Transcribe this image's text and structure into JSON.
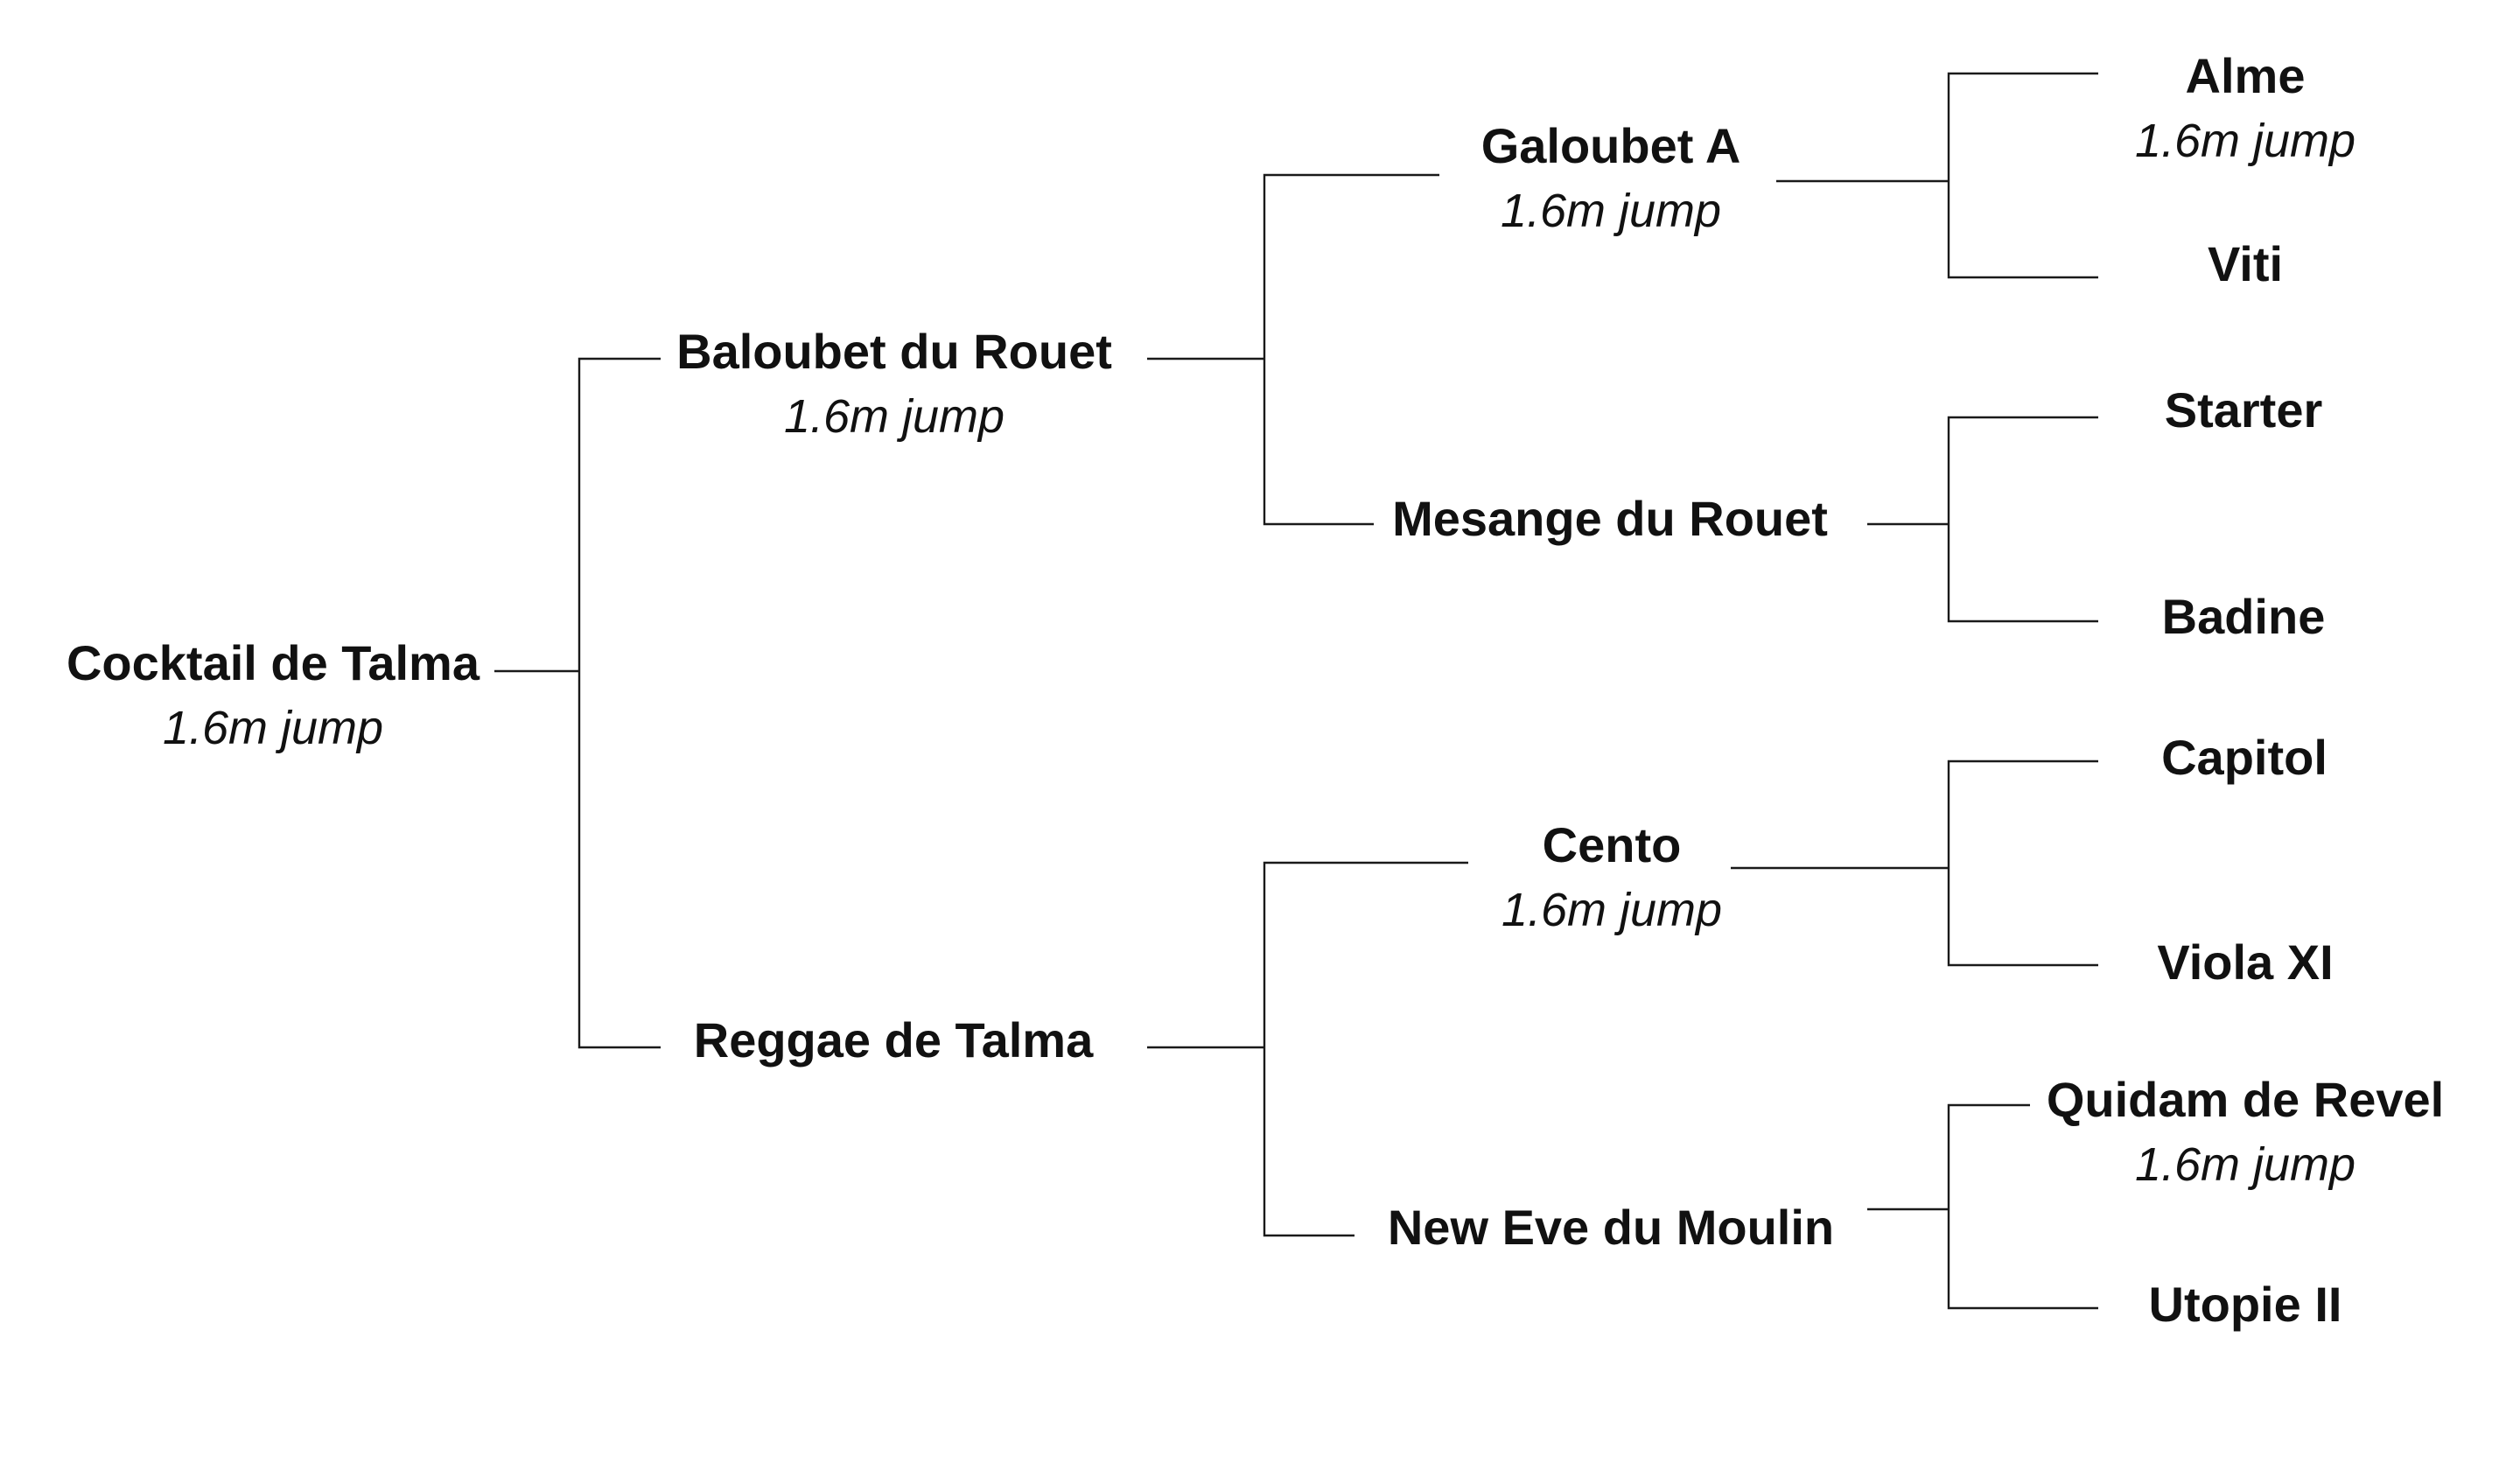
{
  "horses": [
    {
      "id": "cocktail-de-talma",
      "name": "Cocktail de Talma",
      "note": "1.6m jump"
    },
    {
      "id": "baloubet-du-rouet",
      "name": "Baloubet du Rouet",
      "note": "1.6m jump"
    },
    {
      "id": "reggae-de-talma",
      "name": "Reggae de Talma",
      "note": ""
    },
    {
      "id": "galoubet-a",
      "name": "Galoubet A",
      "note": "1.6m jump"
    },
    {
      "id": "mesange-du-rouet",
      "name": "Mesange du Rouet",
      "note": ""
    },
    {
      "id": "cento",
      "name": "Cento",
      "note": "1.6m jump"
    },
    {
      "id": "new-eve-du-moulin",
      "name": "New Eve du Moulin",
      "note": ""
    },
    {
      "id": "alme",
      "name": "Alme",
      "note": "1.6m jump"
    },
    {
      "id": "viti",
      "name": "Viti",
      "note": ""
    },
    {
      "id": "starter",
      "name": "Starter",
      "note": ""
    },
    {
      "id": "badine",
      "name": "Badine",
      "note": ""
    },
    {
      "id": "capitol",
      "name": "Capitol",
      "note": ""
    },
    {
      "id": "viola-xi",
      "name": "Viola XI",
      "note": ""
    },
    {
      "id": "quidam-de-revel",
      "name": "Quidam de Revel",
      "note": "1.6m jump"
    },
    {
      "id": "utopie-ii",
      "name": "Utopie II",
      "note": ""
    }
  ]
}
